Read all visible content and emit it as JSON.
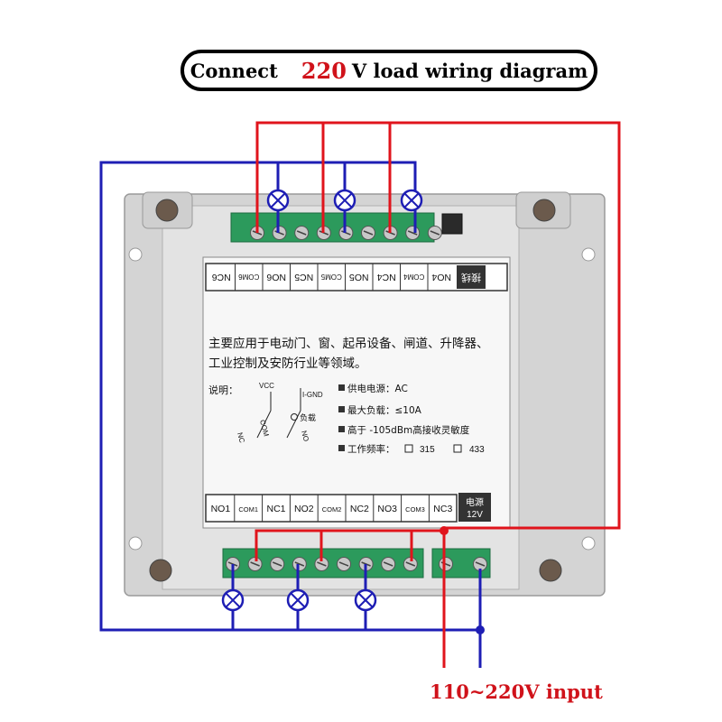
{
  "title": {
    "prefix": "Connect",
    "voltage": "220",
    "suffix": "V load wiring diagram"
  },
  "input_label": "110~220V input",
  "top_terminals": [
    "NC6",
    "COM6",
    "NO6",
    "NC5",
    "COM5",
    "NO5",
    "NC4",
    "COM4",
    "NO4"
  ],
  "top_header_stamp": "接线",
  "bottom_terminals": [
    "NO1",
    "COM1",
    "NC1",
    "NO2",
    "COM2",
    "NC2",
    "NO3",
    "COM3",
    "NC3"
  ],
  "power_block": {
    "line1": "电源",
    "line2": "12V"
  },
  "description": {
    "line1": "主要应用于电动门、窗、起吊设备、闸道、升降器、",
    "line2": "工业控制及安防行业等领域。"
  },
  "legend": {
    "label": "说明：",
    "vcc": "VCC",
    "gnd": "I-GND",
    "nc": "NC",
    "com": "COM",
    "no": "NO",
    "load": "负载"
  },
  "specs": {
    "supply": "供电电源：AC",
    "max_load": "最大负载：≤10A",
    "sensitivity": "高于 -105dBm高接收灵敏度",
    "frequency_label": "工作频率：",
    "freq_options": [
      "315",
      "433"
    ]
  },
  "colors": {
    "live": "#e0141c",
    "neutral": "#1e1eb4",
    "terminal_block": "#2c9a5c",
    "housing": "#d9d9d9"
  }
}
